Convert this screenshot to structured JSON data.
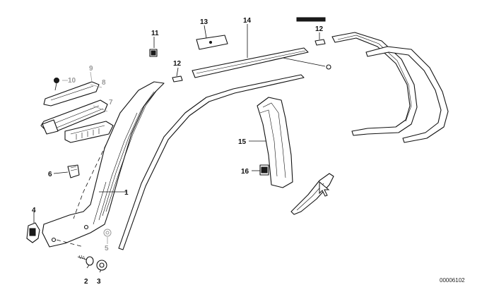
{
  "diagram": {
    "callouts": {
      "c1": "1",
      "c2": "2",
      "c3": "3",
      "c4": "4",
      "c5": "5",
      "c6": "6",
      "c7": "7",
      "c8": "8",
      "c9": "9",
      "c10": "10",
      "c11": "11",
      "c12a": "12",
      "c12b": "12",
      "c13": "13",
      "c14": "14",
      "c15": "15",
      "c16": "16"
    },
    "document_number": "00006102"
  }
}
